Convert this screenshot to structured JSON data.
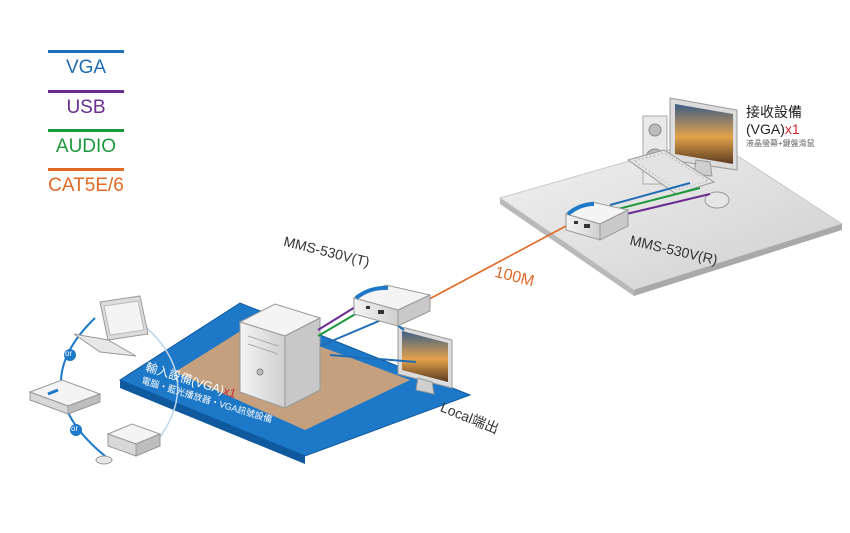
{
  "legend": [
    {
      "label": "VGA",
      "color": "#1f6db5"
    },
    {
      "label": "USB",
      "color": "#6a2c91"
    },
    {
      "label": "AUDIO",
      "color": "#1a9a3c"
    },
    {
      "label": "CAT5E/6",
      "color": "#e06a26"
    }
  ],
  "transmitter": {
    "model": "MMS-530V(T)"
  },
  "receiver": {
    "model": "MMS-530V(R)"
  },
  "link": {
    "distance": "100M"
  },
  "receive_side": {
    "title": "接收設備",
    "vga": "(VGA)",
    "count": "x1",
    "subtitle": "液晶螢幕+鍵盤滑鼠"
  },
  "input_side": {
    "title": "輸入設備(VGA)",
    "count": "x1",
    "subtitle": "電腦・藍光播放器・VGA訊號設備"
  },
  "local_output": {
    "label": "Local端出"
  },
  "or_labels": [
    "or",
    "or"
  ],
  "colors": {
    "accent_red": "#d0262d",
    "pad_blue": "#1d78c8",
    "pad_brown": "#c4a07f",
    "floor_grey": "#dcdcdc"
  }
}
